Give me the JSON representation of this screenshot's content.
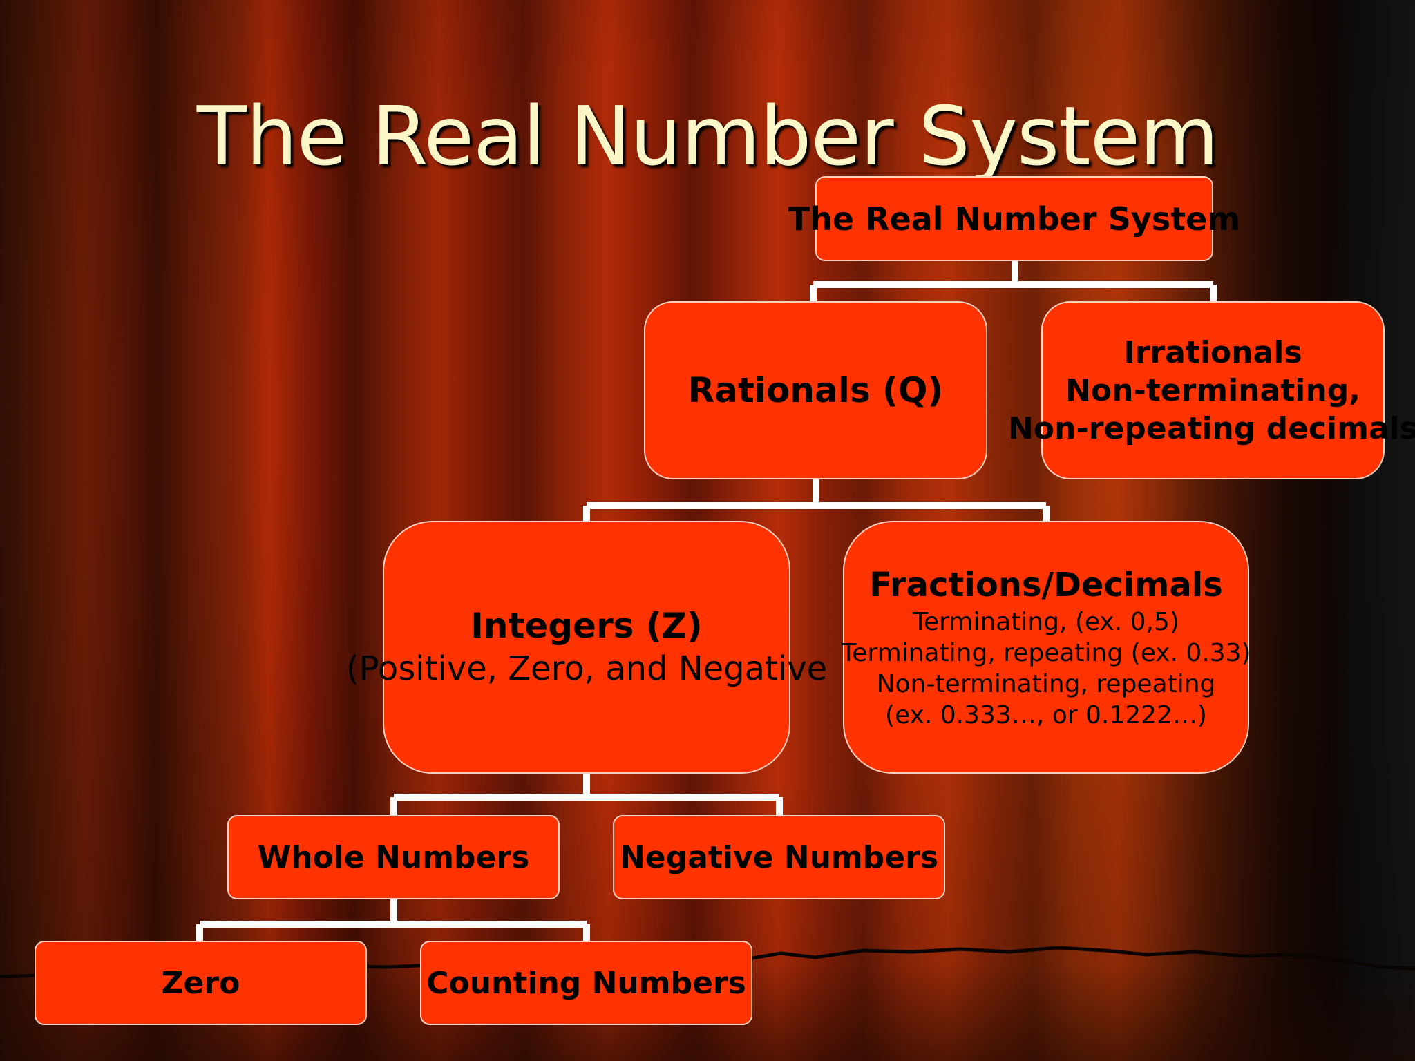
{
  "slide_title": "The Real Number System",
  "nodes": {
    "root": {
      "label": "The Real Number System"
    },
    "rationals": {
      "label": "Rationals (Q)"
    },
    "irrationals": {
      "lines": [
        "Irrationals",
        "Non-terminating,",
        "Non-repeating decimals"
      ]
    },
    "integers": {
      "label": "Integers (Z)",
      "sub": "(Positive, Zero, and Negative"
    },
    "fractions": {
      "label": "Fractions/Decimals",
      "lines": [
        "Terminating, (ex. 0,5)",
        "Terminating, repeating (ex. 0.33)",
        "Non-terminating, repeating",
        "(ex. 0.333…, or 0.1222…)"
      ]
    },
    "whole": {
      "label": "Whole Numbers"
    },
    "negative": {
      "label": "Negative Numbers"
    },
    "zero": {
      "label": "Zero"
    },
    "counting": {
      "label": "Counting Numbers"
    }
  },
  "colors": {
    "node_fill": "#ff3300",
    "node_border": "#ffd0c0",
    "connector": "#ffffff",
    "title_text": "#fbf6c8"
  }
}
